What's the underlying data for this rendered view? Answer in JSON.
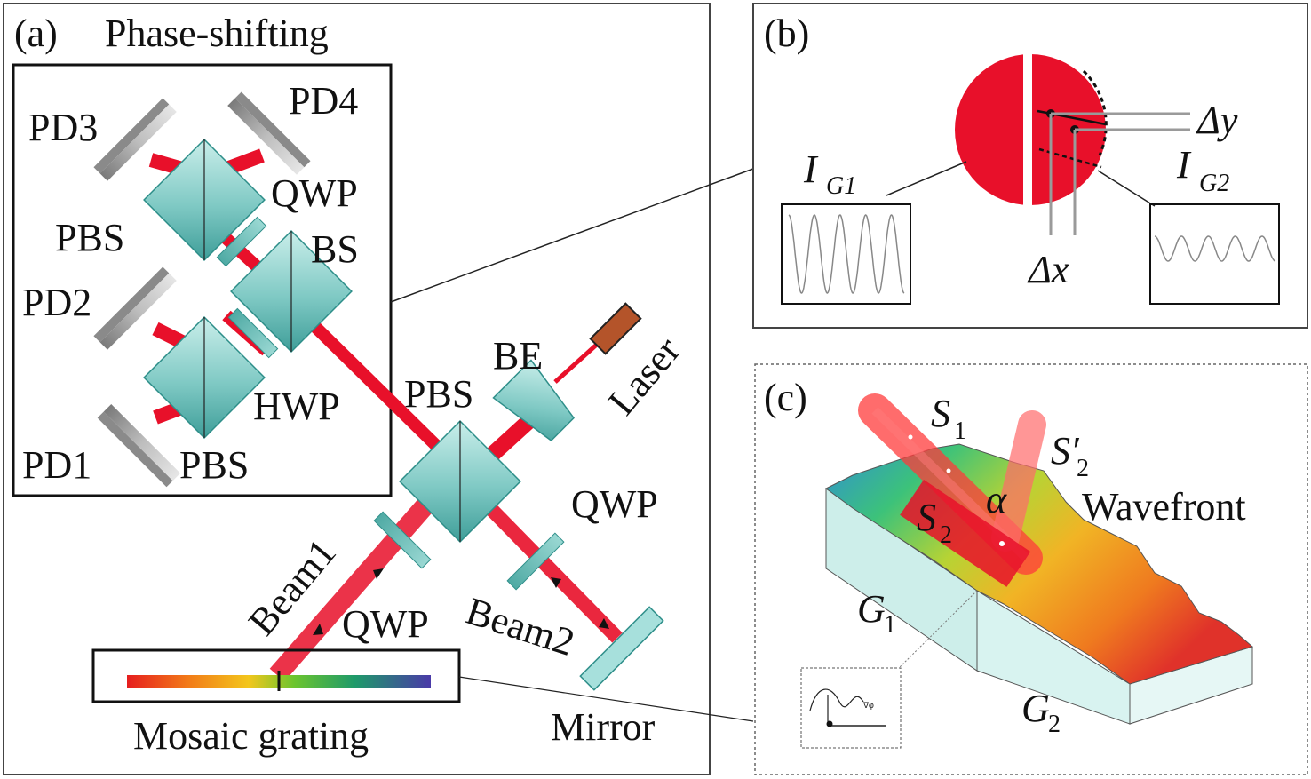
{
  "panel_a": {
    "tag": "(a)",
    "title": "Phase-shifting",
    "labels": {
      "pd1": "PD1",
      "pd2": "PD2",
      "pd3": "PD3",
      "pd4": "PD4",
      "pbs_left": "PBS",
      "pbs_bottom": "PBS",
      "pbs_main": "PBS",
      "qwp_top": "QWP",
      "qwp_right": "QWP",
      "qwp_bottom": "QWP",
      "bs": "BS",
      "hwp": "HWP",
      "be": "BE",
      "laser": "Laser",
      "beam1": "Beam1",
      "beam2": "Beam2",
      "mosaic_grating": "Mosaic grating",
      "mirror": "Mirror"
    }
  },
  "panel_b": {
    "tag": "(b)",
    "ig1_main": "I",
    "ig1_sub": "G1",
    "ig2_main": "I",
    "ig2_sub": "G2",
    "dx": "Δx",
    "dy": "Δy"
  },
  "panel_c": {
    "tag": "(c)",
    "s1_main": "S",
    "s1_sub": "1",
    "s2_main": "S",
    "s2_sub": "2",
    "s2p_main": "S′",
    "s2p_sub": "2",
    "alpha": "α",
    "wavefront": "Wavefront",
    "g1_main": "G",
    "g1_sub": "1",
    "g2_main": "G",
    "g2_sub": "2",
    "inset_label": "∇φ"
  },
  "colors": {
    "beam": "#e8102a",
    "optic": "#8fd3cf",
    "optic_dark": "#2f8f8a",
    "detector": "#9a9a9a",
    "laser_body": "#b4542a",
    "spot": "#e8102a"
  }
}
